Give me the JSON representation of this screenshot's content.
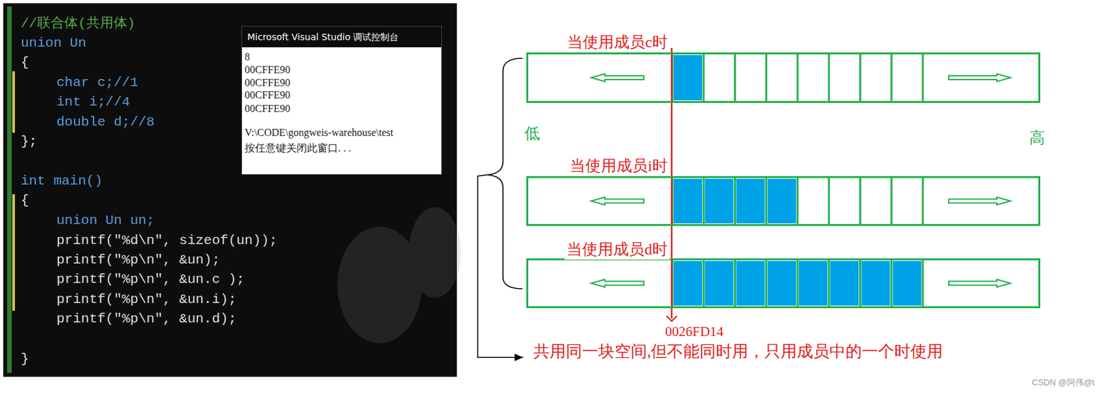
{
  "diagram": {
    "nodes": [
      {
        "text": [
          "Microsoft Visual Studio 调试控制台",
          "8",
          "00CFFE90",
          "00CFFE90",
          "00CFFE90",
          "00CFFE90",
          "V:\\CODE\\gongweis-warehouse\\test",
          "按任意键关闭此窗口. . ."
        ]
      },
      {
        "text": [
          "当使用成员c时"
        ]
      },
      {
        "text": [
          "当使用成员i时"
        ]
      },
      {
        "text": [
          "当使用成员d时"
        ]
      }
    ],
    "labels": [
      "//联合体(共用体)",
      "union Un",
      "{",
      "char c;//1",
      "int i;//4",
      "double d;//8",
      "};",
      "int main()",
      "{",
      "union Un un;",
      "printf(\"%d\\n\", sizeof(un));",
      "printf(\"%p\\n\", &un);",
      "printf(\"%p\\n\", &un.c );",
      "printf(\"%p\\n\", &un.i);",
      "printf(\"%p\\n\", &un.d);",
      "}",
      "低",
      "高",
      "0026FD14",
      "共用同一块空间,但不能同时用，只用成员中的一个时使用",
      "CSDN @阿伟@t"
    ]
  }
}
